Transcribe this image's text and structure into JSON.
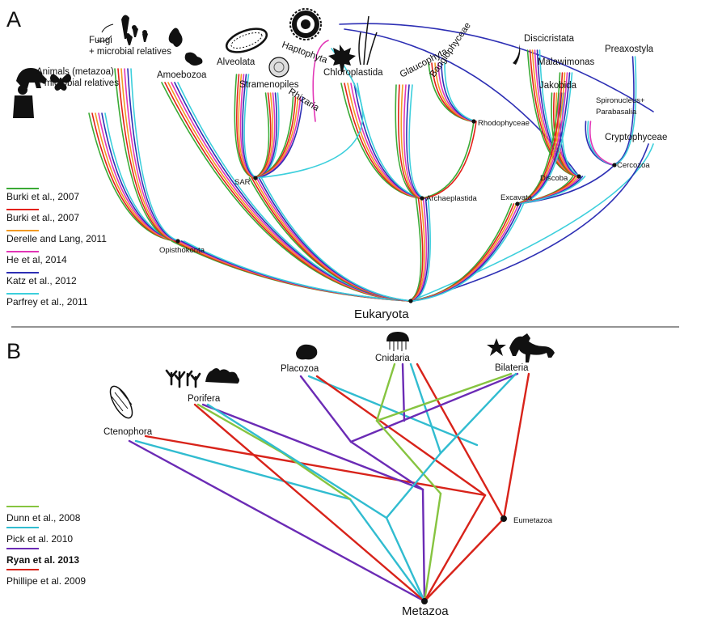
{
  "colors": {
    "green": "#3aaa35",
    "red": "#e32119",
    "orange": "#f29a23",
    "magenta": "#e235b6",
    "blue": "#2d2fb4",
    "cyan": "#3ccfdc",
    "limeB": "#86c440",
    "cyanB": "#31bcd0",
    "purpleB": "#6b2bb5",
    "redB": "#d8231a"
  },
  "panel_a": {
    "letter": "A",
    "root": "Eukaryota",
    "clades": {
      "animals_1": "Animals (metazoa)",
      "animals_2": "+ microbial relatives",
      "fungi_1": "Fungi",
      "fungi_2": "+ microbial relatives",
      "amoebozoa": "Amoebozoa",
      "alveolata": "Alveolata",
      "stramenopiles": "Stramenopiles",
      "rhizaria": "Rhizaria",
      "haptophyta": "Haptophyta",
      "chloroplastida": "Chloroplastida",
      "glaucophyta": "Glaucophyta",
      "bangiophyceae": "Bangiophyceae",
      "discicristata": "Discicristata",
      "malawimonas": "Malawimonas",
      "preaxostyla": "Preaxostyla",
      "jakobida": "Jakobida",
      "spironucleus_1": "Spironucleus+",
      "spironucleus_2": "Parabasalia",
      "cryptophyceae": "Cryptophyceae"
    },
    "nodes": {
      "opisthokonta": "Opisthokonta",
      "sar": "SAR",
      "archaeplastida": "Archaeplastida",
      "rhodophyceae": "Rhodophyceae",
      "excavata": "Excavata",
      "discoba": "Discoba",
      "cercozoa": "Cercozoa"
    },
    "legend": [
      {
        "label": "Burki et al., 2007",
        "color": "green"
      },
      {
        "label": "Burki et al., 2007",
        "color": "red"
      },
      {
        "label": "Derelle and Lang, 2011",
        "color": "orange"
      },
      {
        "label": "He et al, 2014",
        "color": "magenta"
      },
      {
        "label": "Katz et al., 2012",
        "color": "blue"
      },
      {
        "label": "Parfrey et al., 2011",
        "color": "cyan"
      }
    ]
  },
  "panel_b": {
    "letter": "B",
    "root": "Metazoa",
    "clades": {
      "ctenophora": "Ctenophora",
      "porifera": "Porifera",
      "placozoa": "Placozoa",
      "cnidaria": "Cnidaria",
      "bilateria": "Bilateria"
    },
    "nodes": {
      "eumetazoa": "Eumetazoa"
    },
    "legend": [
      {
        "label": "Dunn et al., 2008",
        "color": "limeB"
      },
      {
        "label": "Pick et al. 2010",
        "color": "cyanB"
      },
      {
        "label": "Ryan et al. 2013",
        "color": "purpleB",
        "bold": true
      },
      {
        "label": "Phillipe et al. 2009",
        "color": "redB"
      }
    ]
  },
  "icons": [
    "gorilla-icon",
    "butterfly-icon",
    "human-icon",
    "fungi-icon",
    "amoeba-icon",
    "paramecium-icon",
    "diatom-icon",
    "radiolarian-icon",
    "maple-leaf-icon",
    "grass-icon",
    "euglena-icon",
    "comb-jelly-icon",
    "coral-icon",
    "sponge-icon",
    "placozoan-icon",
    "jellyfish-icon",
    "starfish-icon",
    "dog-icon"
  ]
}
